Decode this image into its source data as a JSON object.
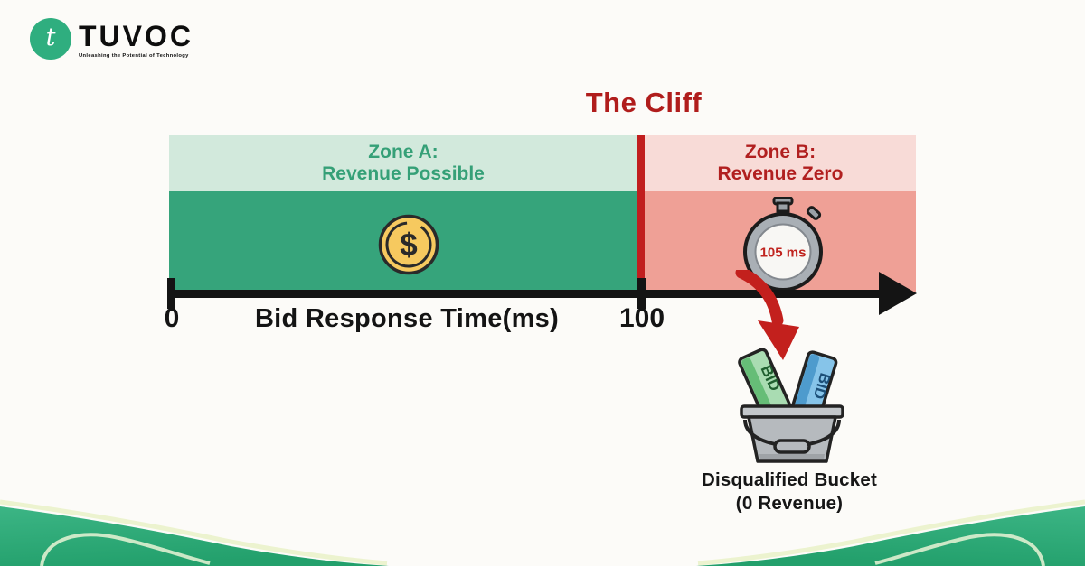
{
  "logo": {
    "mark": "t",
    "brand": "TUVOC",
    "tagline": "Unleashing the Potential of Technology"
  },
  "title": "The Cliff",
  "zones": {
    "a": {
      "title": "Zone A:",
      "subtitle": "Revenue Possible"
    },
    "b": {
      "title": "Zone B:",
      "subtitle": "Revenue Zero"
    }
  },
  "axis": {
    "label": "Bid Response Time(ms)",
    "tick_start": "0",
    "tick_cliff": "100"
  },
  "coin": {
    "symbol": "$"
  },
  "stopwatch": {
    "reading": "105 ms"
  },
  "bucket": {
    "label_line1": "Disqualified Bucket",
    "label_line2": "(0 Revenue)",
    "ticket_label": "BID"
  },
  "colors": {
    "brand_green": "#2fae7f",
    "title_red": "#b01d1c",
    "zone_a_header_bg": "#d2e9dc",
    "zone_a_body_bg": "#36a47b",
    "zone_a_text": "#35a077",
    "zone_b_header_bg": "#f8dbd7",
    "zone_b_body_bg": "#efa096",
    "zone_b_text": "#b11f1f",
    "cliff_divider": "#c11e1e",
    "axis_black": "#141414",
    "coin_gold": "#f6c95f",
    "arrow_red": "#c3201d",
    "wave_green": "#2fa878",
    "wave_accent": "#ecf3cf"
  }
}
